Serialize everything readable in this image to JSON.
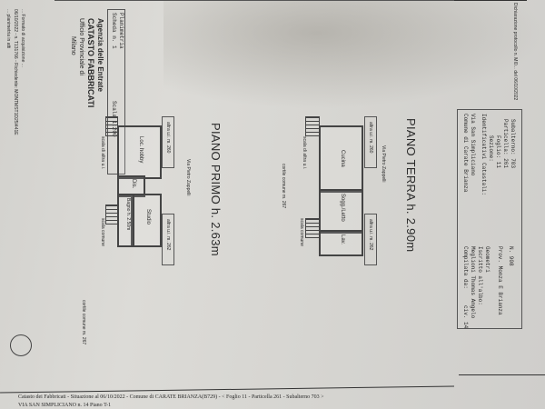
{
  "header": {
    "protocol_text": "Dichiarazione protocollo n. MI0... del 06/10/2022"
  },
  "side_notes": {
    "line1": "... planimetria in atti",
    "line2": "06/10/2022 - n. T131766 - Richiedente: MONTMST1D25I441E",
    "line3": "... Formato di acquisizione ..."
  },
  "title_block": {
    "agency": "Agenzia delle Entrate",
    "catasto": "CATASTO FABBRICATI",
    "office": "Ufficio Provinciale di",
    "city": "Milano",
    "sheet_label": "Planimetria",
    "sheet_number": "Scheda n. 1",
    "scale": "Scala 1:200"
  },
  "info_box": {
    "comune": "Comune di Carate Brianza",
    "via": "Via San Simpliciano",
    "civ": "civ. 14",
    "identificativi": "Identificativi Catastali:",
    "sezione": "Sezione:",
    "foglio": "Foglio: 11",
    "particella": "Particella: 261",
    "subalterno": "Subalterno: 703",
    "compilata": "Compilata da:",
    "compiler": "Meglioni Thomas Angelo",
    "iscritto": "Iscritto all'albo:",
    "albo": "Geometri",
    "prov": "Prov. Monza E Brianza",
    "number": "N. 908"
  },
  "plans": {
    "ground": {
      "title": "PIANO TERRA h. 2.90m",
      "street": "Via Pietro Zappelli",
      "rooms": [
        "Cucina",
        "Sogg./Letto",
        "Lav."
      ],
      "neighbor_top": "altra u.i. m. 260",
      "neighbor_bottom": "altra u.i. m. 262",
      "stairs_top": "scala di altra u.i.",
      "stairs_bottom": "scala comune",
      "courtyard": "cortile comune m. 267"
    },
    "first": {
      "title": "PIANO PRIMO h. 2.63m",
      "street": "Via Pietro Zappelli",
      "rooms": [
        "Loc. hobby",
        "Dis.",
        "Studio",
        "Bagno h. 2.50m"
      ],
      "neighbor_top": "altra u.i. m. 260",
      "neighbor_bottom": "altra u.i. m. 262",
      "stairs_top": "scala di altra u.i.",
      "stairs_bottom": "scala comune",
      "courtyard": "cortile comune m. 267"
    }
  },
  "footer": {
    "line1": "Catasto dei Fabbricati - Situazione al 06/10/2022 - Comune di CARATE BRIANZA(B729) - < Foglio 11 - Particella 261 - Subalterno 703 >",
    "line2": "VIA SAN SIMPLICIANO n. 14 Piano T-1"
  }
}
